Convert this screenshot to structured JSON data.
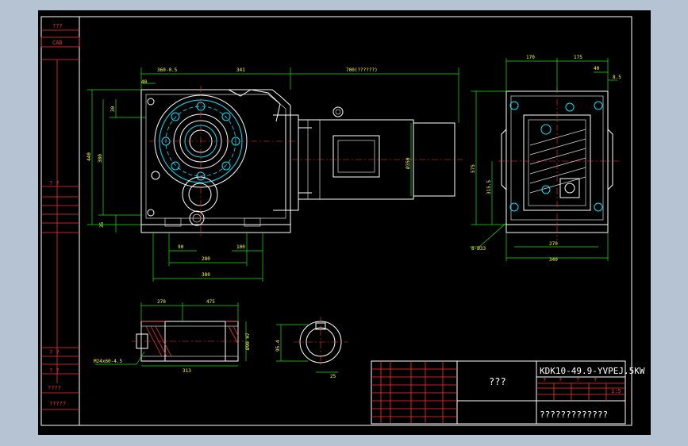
{
  "titleblock": {
    "drawing_title": "KDK10-49.9-YVPEJ.5KW",
    "company_label": "???",
    "bottom_label": "?????????????",
    "scale": "1:5",
    "small_marks": [
      "?",
      "?",
      "?",
      "?"
    ]
  },
  "left_strip": {
    "top_label": "???",
    "cad_label": "CAD",
    "mid_label": "?   ?",
    "rows_lower": [
      "?  ?",
      "?  ?",
      "????",
      "?????"
    ]
  },
  "dimensions": {
    "front_top": [
      "360-0.5",
      "341",
      "700(??????)"
    ],
    "front_left": [
      "40",
      "440",
      "380",
      "30",
      "35"
    ],
    "front_bottom": [
      "90",
      "280",
      "100",
      "380"
    ],
    "front_motor_dia": "Ø350",
    "side_top": [
      "170",
      "175",
      "40"
    ],
    "side_right": "8.5",
    "side_left": [
      "575",
      "315.5"
    ],
    "side_bottom": [
      "270",
      "340"
    ],
    "side_holes": "8-Ø33",
    "shaft_top": [
      "270",
      "475"
    ],
    "shaft_total": "313",
    "shaft_callout": "M24x60-4.5",
    "shaft_right": "Ø90 H7",
    "hub_height": "95.4",
    "hub_key": "25"
  }
}
